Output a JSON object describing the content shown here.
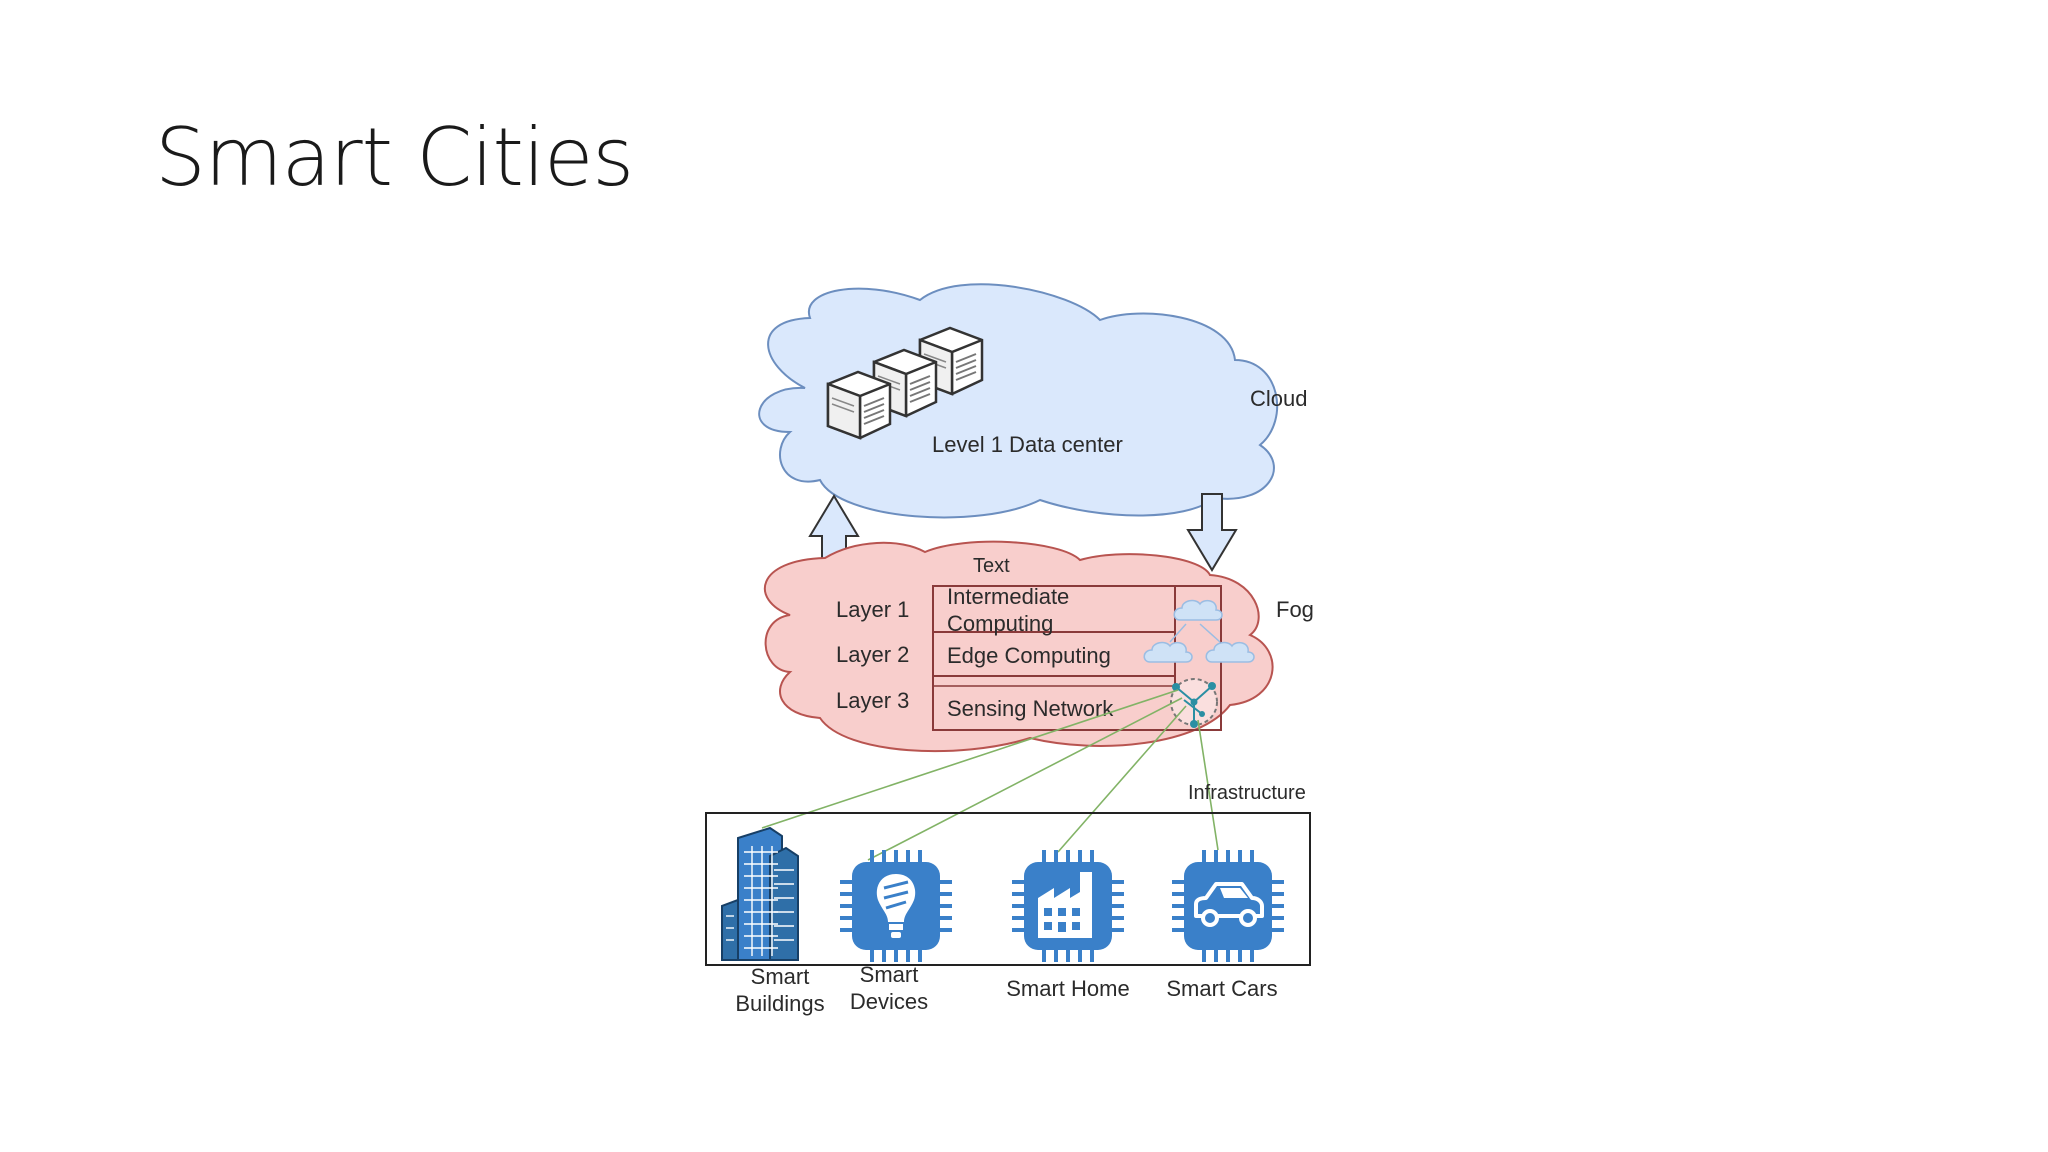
{
  "slide": {
    "title": "Smart Cities"
  },
  "diagram": {
    "cloud": {
      "label": "Cloud",
      "data_center_label": "Level 1 Data center"
    },
    "fog": {
      "label": "Fog",
      "text_placeholder": "Text",
      "layers": [
        {
          "name": "Layer 1",
          "role": "Intermediate Computing",
          "role_line1": "Intermediate",
          "role_line2": "Computing"
        },
        {
          "name": "Layer 2",
          "role": "Edge Computing"
        },
        {
          "name": "Layer 3",
          "role": "Sensing Network"
        }
      ]
    },
    "infrastructure": {
      "label": "Infrastructure",
      "items": [
        {
          "label": "Smart Buildings",
          "line1": "Smart",
          "line2": "Buildings",
          "icon": "buildings-icon"
        },
        {
          "label": "Smart Devices",
          "line1": "Smart",
          "line2": "Devices",
          "icon": "lightbulb-chip-icon"
        },
        {
          "label": "Smart Home",
          "icon": "factory-chip-icon"
        },
        {
          "label": "Smart Cars",
          "icon": "car-chip-icon"
        }
      ]
    },
    "colors": {
      "cloud_fill": "#dae8fc",
      "cloud_stroke": "#6c8ebf",
      "fog_fill": "#f8cecc",
      "fog_stroke": "#b85450",
      "icon_blue": "#3a80c9",
      "link_green": "#82b366"
    }
  }
}
